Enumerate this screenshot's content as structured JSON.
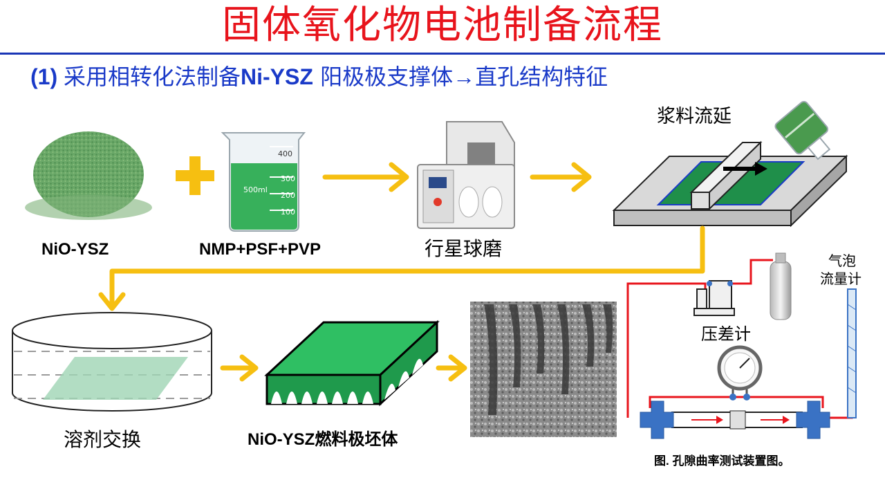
{
  "title": "固体氧化物电池制备流程",
  "subtitle": {
    "prefix": "(1) ",
    "text1": "采用相转化法制备",
    "bold": "Ni-YSZ",
    "text2": " 阳极极支撑体",
    "arrow": "→",
    "text3": "直孔结构特征"
  },
  "labels": {
    "nio_ysz": "NiO-YSZ",
    "nmp_psf_pvp": "NMP+PSF+PVP",
    "planetary_ball_mill": "行星球磨",
    "slurry_casting": "浆料流延",
    "solvent_exchange": "溶剂交换",
    "green_body": "NiO-YSZ燃料极坯体",
    "pressure_gauge": "压差计",
    "bubble_flowmeter_line1": "气泡",
    "bubble_flowmeter_line2": "流量计",
    "figure_caption": "图. 孔隙曲率测试装置图。"
  },
  "beaker_marks": [
    "400",
    "300",
    "200",
    "500ml",
    "100"
  ],
  "colors": {
    "title_red": "#e8141c",
    "subtitle_blue": "#1a3ac8",
    "arrow_yellow": "#f6bf11",
    "green": "#2fbf63",
    "pipe_red": "#e8141c",
    "valve_blue": "#3a72c4"
  }
}
